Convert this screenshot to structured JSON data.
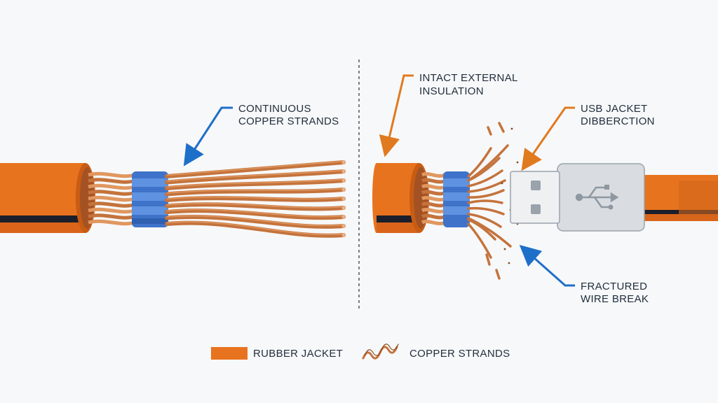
{
  "labels": {
    "continuous": [
      "CONTINUOUS",
      "COPPER STRANDS"
    ],
    "intact": [
      "INTACT EXTERNAL",
      "INSULATION"
    ],
    "usb_jacket": [
      "USB JACKET",
      "DIBBERCTION"
    ],
    "fractured": [
      "FRACTURED",
      "WIRE BREAK"
    ]
  },
  "legend": {
    "rubber": "RUBBER JACKET",
    "copper": "COPPER STRANDS"
  },
  "colors": {
    "jacket": "#e8731f",
    "jacket_dark": "#c85c14",
    "copper": "#c4733c",
    "copper_light": "#e0975f",
    "shield": "#3f73c9",
    "arrow_blue": "#1e6fc9",
    "arrow_orange": "#e07a1f",
    "connector": "#d9dde1",
    "usb_logo": "usb-symbol-icon"
  }
}
